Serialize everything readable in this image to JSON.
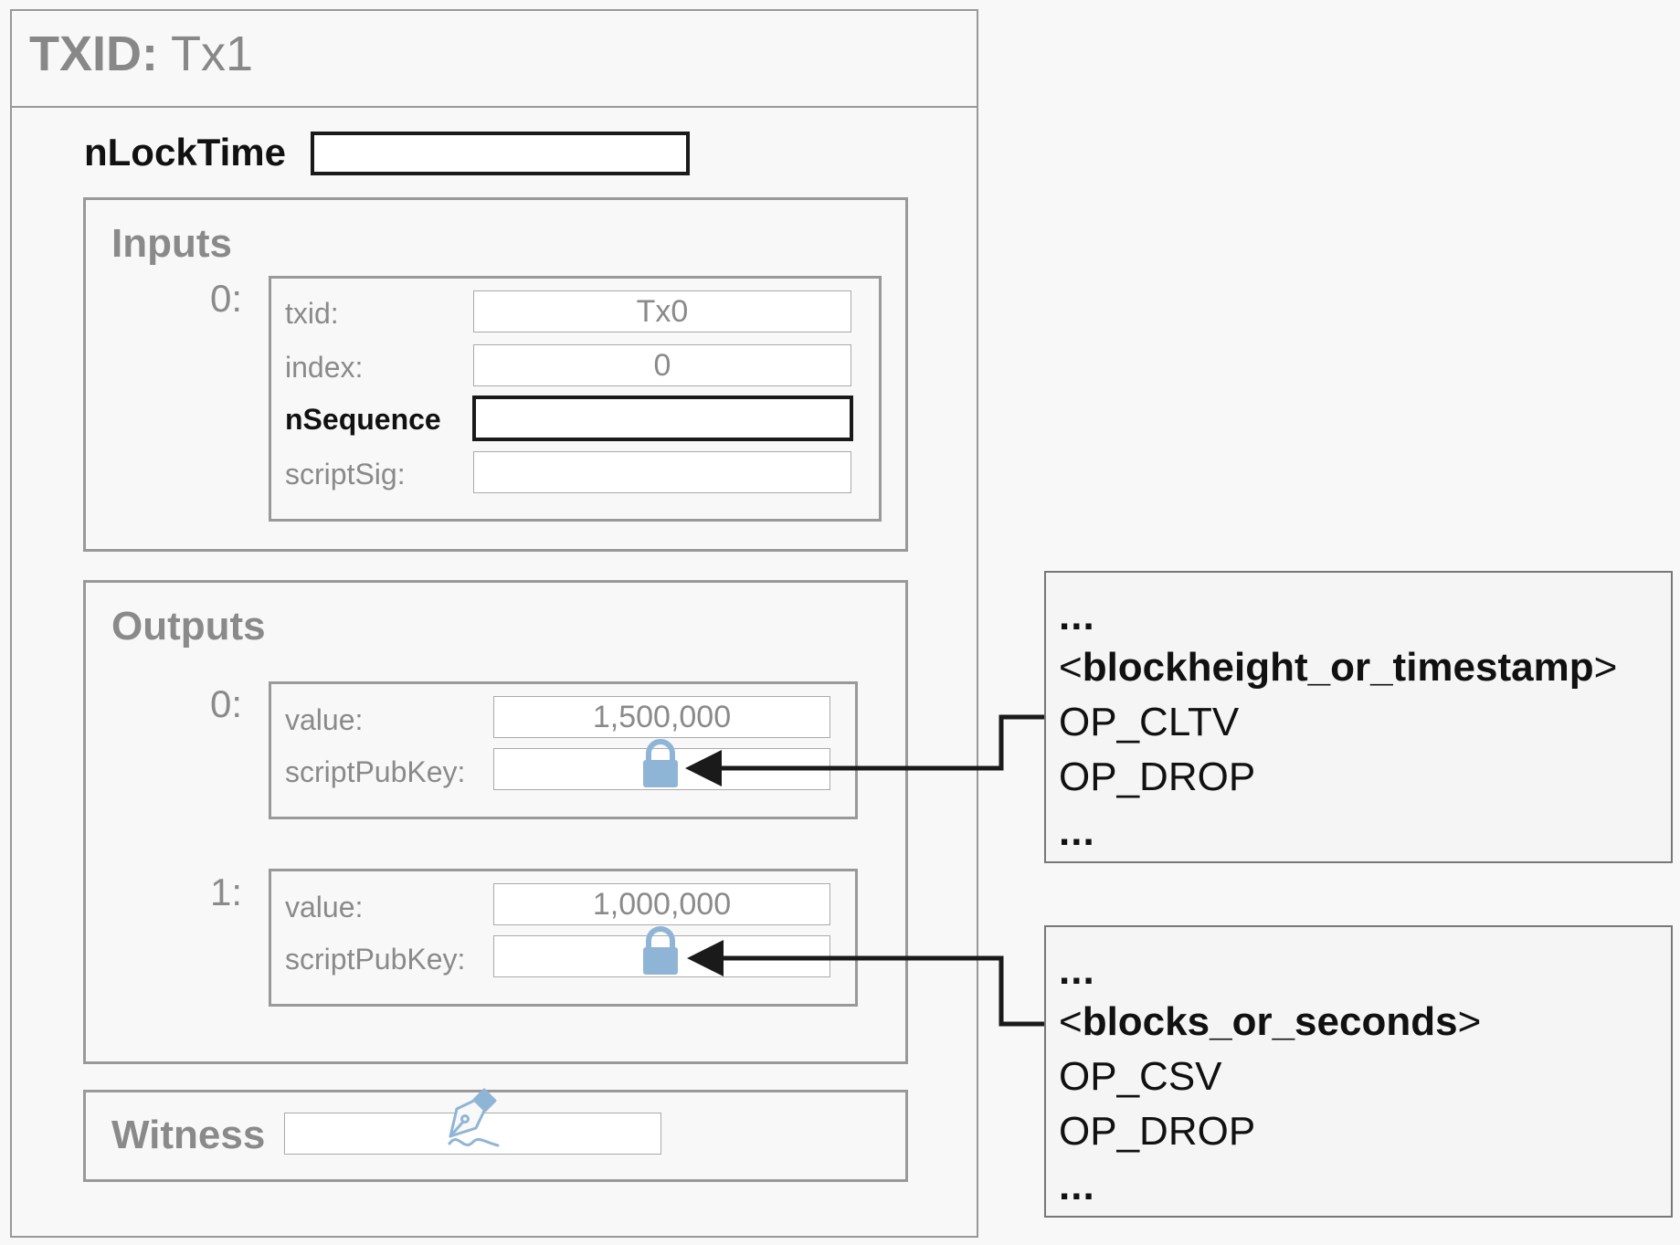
{
  "tx": {
    "txid_label": "TXID:",
    "txid_value": "Tx1",
    "nlocktime_label": "nLockTime"
  },
  "inputs": {
    "title": "Inputs",
    "items": [
      {
        "index": "0:",
        "txid_label": "txid:",
        "txid_value": "Tx0",
        "index_label": "index:",
        "index_value": "0",
        "nsequence_label": "nSequence",
        "scriptsig_label": "scriptSig:"
      }
    ]
  },
  "outputs": {
    "title": "Outputs",
    "items": [
      {
        "index": "0:",
        "value_label": "value:",
        "value": "1,500,000",
        "spk_label": "scriptPubKey:",
        "icon": "lock-icon"
      },
      {
        "index": "1:",
        "value_label": "value:",
        "value": "1,000,000",
        "spk_label": "scriptPubKey:",
        "icon": "lock-icon"
      }
    ]
  },
  "witness": {
    "title": "Witness",
    "icon": "pen-icon"
  },
  "scripts": [
    {
      "ellipsis_top": "...",
      "param_open": "<",
      "param": "blockheight_or_timestamp",
      "param_close": ">",
      "op1": "OP_CLTV",
      "op2": "OP_DROP",
      "ellipsis_bottom": "..."
    },
    {
      "ellipsis_top": "...",
      "param_open": "<",
      "param": "blocks_or_seconds",
      "param_close": ">",
      "op1": "OP_CSV",
      "op2": "OP_DROP",
      "ellipsis_bottom": "..."
    }
  ],
  "colors": {
    "lock": "#8fb5d6",
    "border": "#999999",
    "muted_text": "#8a8a8a",
    "strong": "#1a1a1a"
  }
}
